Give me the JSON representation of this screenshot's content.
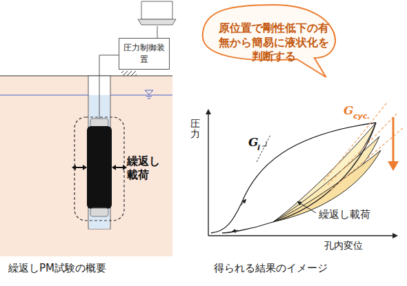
{
  "diagram": {
    "nodes": [
      {
        "text": [
          "圧力制御装置"
        ]
      },
      {
        "text": [
          "原位置で剛性低下の有無から簡易に液状化を判断する"
        ]
      }
    ],
    "labels": [
      "繰返し載荷",
      "G",
      "i",
      "G",
      "cyc.",
      "圧力",
      "孔内変位",
      "繰返し載荷",
      "繰返しPM試験の概要",
      "得られる結果のイメージ"
    ]
  }
}
